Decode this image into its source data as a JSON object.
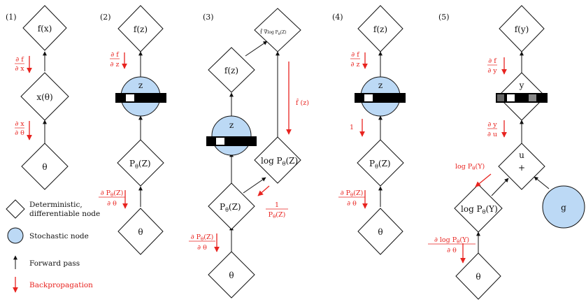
{
  "panels": [
    "(1)",
    "(2)",
    "(3)",
    "(4)",
    "(5)"
  ],
  "p1": {
    "fx": "f(x)",
    "x": "x(θ)",
    "theta": "θ",
    "g1_num": "∂ f",
    "g1_den": "∂ x",
    "g2_num": "∂ x",
    "g2_den": "∂ θ"
  },
  "p2": {
    "fz": "f(z)",
    "z": "z",
    "P": "P",
    "P_sub": "θ",
    "P_arg": "(Z)",
    "theta": "θ",
    "g1_num": "∂ f",
    "g1_den": "∂ z",
    "g2_num_a": "∂ P",
    "g2_num_sub": "θ",
    "g2_num_b": "(Z)",
    "g2_den": "∂ θ"
  },
  "p3": {
    "fhat_main": "f̂ ∇",
    "fhat_log": "log P",
    "fhat_sub": "θ",
    "fhat_arg": "(Z)",
    "fz": "f(z)",
    "z": "z",
    "logP": "log P",
    "logP_sub": "θ",
    "logP_arg": "(Z)",
    "P": "P",
    "P_sub": "θ",
    "P_arg": "(Z)",
    "theta": "θ",
    "side_label": "f̂ (z)",
    "frac_num": "1",
    "frac_den_a": "P",
    "frac_den_sub": "θ",
    "frac_den_b": "(Z)",
    "g_num_a": "∂ P",
    "g_num_sub": "θ",
    "g_num_b": "(Z)",
    "g_den": "∂ θ"
  },
  "p4": {
    "fz": "f(z)",
    "z": "z",
    "P": "P",
    "P_sub": "θ",
    "P_arg": "(Z)",
    "theta": "θ",
    "g1_num": "∂ f",
    "g1_den": "∂ z",
    "g_one": "1",
    "g2_num_a": "∂ P",
    "g2_num_sub": "θ",
    "g2_num_b": "(Z)",
    "g2_den": "∂ θ"
  },
  "p5": {
    "fy": "f(y)",
    "y": "y",
    "u": "u",
    "plus": "+",
    "g": "g",
    "logP": "log P",
    "logP_sub": "θ",
    "logP_arg": "(Y)",
    "theta": "θ",
    "g1_num": "∂ f",
    "g1_den": "∂ y",
    "g2_num": "∂ y",
    "g2_den": "∂ u",
    "g3_a": "log P",
    "g3_sub": "θ",
    "g3_b": "(Y)",
    "g4_num_a": "∂ log P",
    "g4_num_sub": "θ",
    "g4_num_b": "(Y)",
    "g4_den": "∂ θ"
  },
  "legend": {
    "deterministic_1": "Deterministic,",
    "deterministic_2": "differentiable node",
    "stochastic": "Stochastic node",
    "forward": "Forward pass",
    "backprop": "Backpropagation"
  },
  "colors": {
    "backprop": "#e8231f",
    "stochastic_fill": "#bcd9f5",
    "edge": "#111111"
  }
}
